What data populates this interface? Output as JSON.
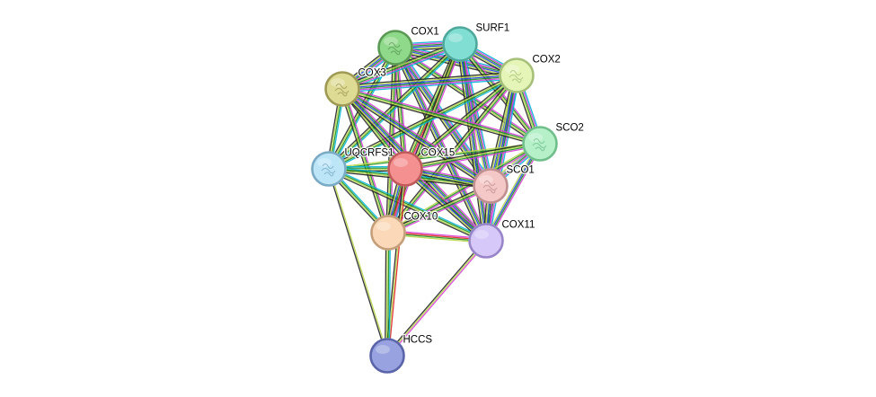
{
  "nodes": [
    {
      "id": "COX1",
      "label": "COX1",
      "fill": "#8fd98a",
      "stroke": "#5a9a55",
      "icon": "protein-structure-icon"
    },
    {
      "id": "SURF1",
      "label": "SURF1",
      "fill": "#80ded2",
      "stroke": "#4ea89c",
      "icon": ""
    },
    {
      "id": "COX2",
      "label": "COX2",
      "fill": "#e5f5b8",
      "stroke": "#a6c07a",
      "icon": "protein-structure-icon"
    },
    {
      "id": "COX3",
      "label": "COX3",
      "fill": "#dedb94",
      "stroke": "#9e9a55",
      "icon": "protein-structure-icon"
    },
    {
      "id": "SCO2",
      "label": "SCO2",
      "fill": "#b5f0c9",
      "stroke": "#70bf8b",
      "icon": "protein-structure-icon"
    },
    {
      "id": "UQCRFS1",
      "label": "UQCRFS1",
      "fill": "#bde5f8",
      "stroke": "#7aaac4",
      "icon": "protein-structure-icon"
    },
    {
      "id": "COX15",
      "label": "COX15",
      "fill": "#f59090",
      "stroke": "#c05a5a",
      "icon": ""
    },
    {
      "id": "SCO1",
      "label": "SCO1",
      "fill": "#f5c8c8",
      "stroke": "#c08f8f",
      "icon": "protein-structure-icon"
    },
    {
      "id": "COX10",
      "label": "COX10",
      "fill": "#fbd9b8",
      "stroke": "#c59f7a",
      "icon": ""
    },
    {
      "id": "COX11",
      "label": "COX11",
      "fill": "#d6c8f8",
      "stroke": "#9885c8",
      "icon": ""
    },
    {
      "id": "HCCS",
      "label": "HCCS",
      "fill": "#98a2e0",
      "stroke": "#5a64a8",
      "icon": ""
    }
  ],
  "edge_colors": {
    "known_curated": "#00b4d8",
    "known_experimental": "#d63bd6",
    "gene_neighborhood": "#1e8f1e",
    "gene_fusion": "#e02020",
    "gene_cooccurrence": "#2040e0",
    "textmining": "#b8d84a",
    "coexpression": "#222222",
    "homology": "#8888cc"
  },
  "edges": [
    {
      "source": "COX1",
      "target": "SURF1",
      "evidence": [
        "known_curated",
        "known_experimental",
        "gene_neighborhood",
        "gene_cooccurrence",
        "textmining",
        "coexpression"
      ]
    },
    {
      "source": "COX1",
      "target": "COX2",
      "evidence": [
        "known_curated",
        "known_experimental",
        "gene_neighborhood",
        "gene_cooccurrence",
        "textmining",
        "coexpression"
      ]
    },
    {
      "source": "COX1",
      "target": "COX3",
      "evidence": [
        "known_curated",
        "known_experimental",
        "gene_neighborhood",
        "gene_cooccurrence",
        "textmining",
        "coexpression"
      ]
    },
    {
      "source": "COX1",
      "target": "SCO2",
      "evidence": [
        "known_experimental",
        "gene_neighborhood",
        "textmining",
        "coexpression"
      ]
    },
    {
      "source": "COX1",
      "target": "UQCRFS1",
      "evidence": [
        "known_curated",
        "gene_neighborhood",
        "textmining",
        "coexpression"
      ]
    },
    {
      "source": "COX1",
      "target": "COX15",
      "evidence": [
        "known_experimental",
        "gene_neighborhood",
        "textmining",
        "coexpression"
      ]
    },
    {
      "source": "COX1",
      "target": "SCO1",
      "evidence": [
        "known_curated",
        "known_experimental",
        "gene_neighborhood",
        "gene_cooccurrence",
        "textmining",
        "coexpression"
      ]
    },
    {
      "source": "COX1",
      "target": "COX10",
      "evidence": [
        "known_experimental",
        "gene_neighborhood",
        "textmining",
        "coexpression"
      ]
    },
    {
      "source": "COX1",
      "target": "COX11",
      "evidence": [
        "known_experimental",
        "gene_neighborhood",
        "gene_cooccurrence",
        "textmining",
        "coexpression"
      ]
    },
    {
      "source": "SURF1",
      "target": "COX2",
      "evidence": [
        "known_curated",
        "known_experimental",
        "gene_neighborhood",
        "gene_cooccurrence",
        "textmining",
        "coexpression"
      ]
    },
    {
      "source": "SURF1",
      "target": "COX3",
      "evidence": [
        "known_curated",
        "known_experimental",
        "gene_neighborhood",
        "textmining",
        "coexpression"
      ]
    },
    {
      "source": "SURF1",
      "target": "SCO2",
      "evidence": [
        "known_experimental",
        "gene_neighborhood",
        "textmining",
        "coexpression"
      ]
    },
    {
      "source": "SURF1",
      "target": "UQCRFS1",
      "evidence": [
        "known_curated",
        "gene_neighborhood",
        "textmining",
        "coexpression"
      ]
    },
    {
      "source": "SURF1",
      "target": "COX15",
      "evidence": [
        "known_experimental",
        "gene_fusion",
        "gene_neighborhood",
        "textmining",
        "coexpression"
      ]
    },
    {
      "source": "SURF1",
      "target": "SCO1",
      "evidence": [
        "known_curated",
        "known_experimental",
        "gene_neighborhood",
        "gene_cooccurrence",
        "textmining"
      ]
    },
    {
      "source": "SURF1",
      "target": "COX10",
      "evidence": [
        "known_experimental",
        "gene_neighborhood",
        "textmining",
        "coexpression"
      ]
    },
    {
      "source": "SURF1",
      "target": "COX11",
      "evidence": [
        "known_experimental",
        "gene_neighborhood",
        "gene_cooccurrence",
        "textmining",
        "coexpression"
      ]
    },
    {
      "source": "COX2",
      "target": "COX3",
      "evidence": [
        "known_curated",
        "known_experimental",
        "gene_neighborhood",
        "gene_cooccurrence",
        "textmining",
        "coexpression"
      ]
    },
    {
      "source": "COX2",
      "target": "SCO2",
      "evidence": [
        "known_curated",
        "known_experimental",
        "gene_neighborhood",
        "textmining",
        "coexpression"
      ]
    },
    {
      "source": "COX2",
      "target": "UQCRFS1",
      "evidence": [
        "known_curated",
        "gene_neighborhood",
        "textmining",
        "coexpression"
      ]
    },
    {
      "source": "COX2",
      "target": "COX15",
      "evidence": [
        "known_experimental",
        "gene_neighborhood",
        "textmining",
        "coexpression"
      ]
    },
    {
      "source": "COX2",
      "target": "SCO1",
      "evidence": [
        "known_curated",
        "known_experimental",
        "gene_neighborhood",
        "gene_cooccurrence",
        "textmining",
        "coexpression"
      ]
    },
    {
      "source": "COX2",
      "target": "COX10",
      "evidence": [
        "known_experimental",
        "gene_neighborhood",
        "textmining",
        "coexpression"
      ]
    },
    {
      "source": "COX2",
      "target": "COX11",
      "evidence": [
        "known_curated",
        "known_experimental",
        "gene_neighborhood",
        "gene_cooccurrence",
        "textmining"
      ]
    },
    {
      "source": "COX3",
      "target": "SCO2",
      "evidence": [
        "known_experimental",
        "gene_neighborhood",
        "textmining",
        "coexpression"
      ]
    },
    {
      "source": "COX3",
      "target": "UQCRFS1",
      "evidence": [
        "known_curated",
        "gene_neighborhood",
        "textmining",
        "coexpression"
      ]
    },
    {
      "source": "COX3",
      "target": "COX15",
      "evidence": [
        "known_experimental",
        "gene_neighborhood",
        "textmining",
        "coexpression"
      ]
    },
    {
      "source": "COX3",
      "target": "SCO1",
      "evidence": [
        "known_experimental",
        "gene_neighborhood",
        "gene_cooccurrence",
        "textmining",
        "coexpression"
      ]
    },
    {
      "source": "COX3",
      "target": "COX10",
      "evidence": [
        "known_experimental",
        "gene_neighborhood",
        "textmining",
        "coexpression"
      ]
    },
    {
      "source": "COX3",
      "target": "COX11",
      "evidence": [
        "known_experimental",
        "gene_neighborhood",
        "gene_cooccurrence",
        "textmining",
        "coexpression"
      ]
    },
    {
      "source": "SCO2",
      "target": "UQCRFS1",
      "evidence": [
        "gene_neighborhood",
        "textmining"
      ]
    },
    {
      "source": "SCO2",
      "target": "COX15",
      "evidence": [
        "known_experimental",
        "gene_neighborhood",
        "textmining",
        "coexpression"
      ]
    },
    {
      "source": "SCO2",
      "target": "SCO1",
      "evidence": [
        "known_curated",
        "known_experimental",
        "gene_neighborhood",
        "homology",
        "textmining"
      ]
    },
    {
      "source": "SCO2",
      "target": "COX10",
      "evidence": [
        "known_experimental",
        "gene_neighborhood",
        "textmining"
      ]
    },
    {
      "source": "SCO2",
      "target": "COX11",
      "evidence": [
        "known_experimental",
        "gene_neighborhood",
        "gene_cooccurrence",
        "textmining"
      ]
    },
    {
      "source": "UQCRFS1",
      "target": "COX15",
      "evidence": [
        "known_curated",
        "gene_neighborhood",
        "textmining",
        "coexpression"
      ]
    },
    {
      "source": "UQCRFS1",
      "target": "SCO1",
      "evidence": [
        "known_curated",
        "gene_neighborhood",
        "textmining",
        "coexpression"
      ]
    },
    {
      "source": "UQCRFS1",
      "target": "COX10",
      "evidence": [
        "known_curated",
        "gene_neighborhood",
        "textmining",
        "coexpression"
      ]
    },
    {
      "source": "UQCRFS1",
      "target": "COX11",
      "evidence": [
        "known_curated",
        "gene_neighborhood",
        "textmining",
        "coexpression"
      ]
    },
    {
      "source": "UQCRFS1",
      "target": "HCCS",
      "evidence": [
        "textmining",
        "coexpression"
      ]
    },
    {
      "source": "COX15",
      "target": "SCO1",
      "evidence": [
        "known_experimental",
        "gene_neighborhood",
        "gene_cooccurrence",
        "textmining",
        "coexpression"
      ]
    },
    {
      "source": "COX15",
      "target": "COX10",
      "evidence": [
        "known_curated",
        "known_experimental",
        "gene_fusion",
        "gene_neighborhood",
        "gene_cooccurrence",
        "textmining",
        "coexpression"
      ]
    },
    {
      "source": "COX15",
      "target": "COX11",
      "evidence": [
        "known_experimental",
        "gene_neighborhood",
        "gene_cooccurrence",
        "textmining",
        "coexpression"
      ]
    },
    {
      "source": "COX15",
      "target": "HCCS",
      "evidence": [
        "gene_fusion",
        "textmining",
        "coexpression"
      ]
    },
    {
      "source": "SCO1",
      "target": "COX10",
      "evidence": [
        "known_experimental",
        "gene_neighborhood",
        "textmining",
        "coexpression"
      ]
    },
    {
      "source": "SCO1",
      "target": "COX11",
      "evidence": [
        "known_experimental",
        "gene_neighborhood",
        "gene_cooccurrence",
        "textmining",
        "coexpression"
      ]
    },
    {
      "source": "COX10",
      "target": "COX11",
      "evidence": [
        "known_experimental",
        "gene_fusion",
        "gene_neighborhood",
        "textmining"
      ]
    },
    {
      "source": "COX10",
      "target": "HCCS",
      "evidence": [
        "known_curated",
        "gene_neighborhood",
        "textmining",
        "coexpression"
      ]
    },
    {
      "source": "COX11",
      "target": "HCCS",
      "evidence": [
        "known_experimental",
        "textmining",
        "coexpression"
      ]
    }
  ]
}
